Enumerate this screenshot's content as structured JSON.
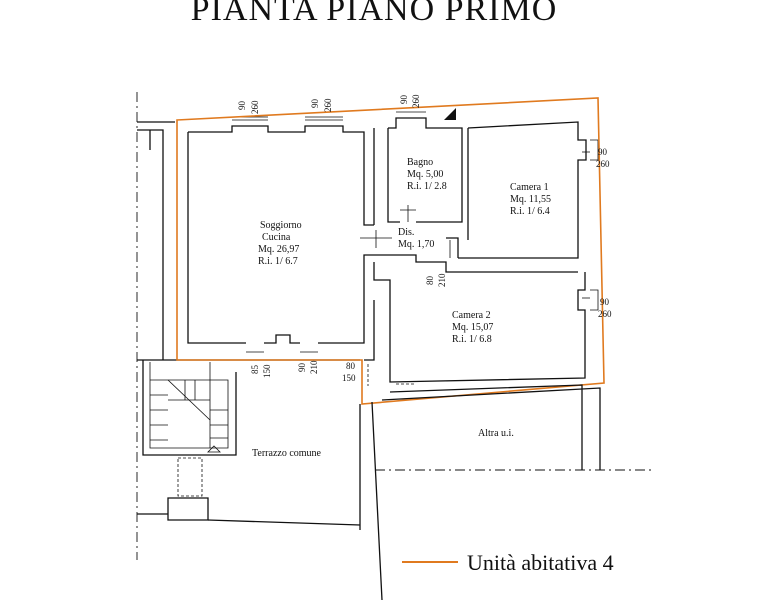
{
  "title": "PIANTA PIANO PRIMO",
  "rooms": {
    "soggiorno": {
      "name1": "Soggiorno",
      "name2": "Cucina",
      "area": "Mq.  26,97",
      "ri": "R.i. 1/  6.7"
    },
    "bagno": {
      "name": "Bagno",
      "area": "Mq. 5,00",
      "ri": "R.i. 1/ 2.8"
    },
    "camera1": {
      "name": "Camera 1",
      "area": "Mq. 11,55",
      "ri": "R.i. 1/ 6.4"
    },
    "dis": {
      "name": "Dis.",
      "area": "Mq. 1,70"
    },
    "camera2": {
      "name": "Camera 2",
      "area": "Mq. 15,07",
      "ri": "R.i. 1/ 6.8"
    },
    "terrazzo": {
      "name": "Terrazzo comune"
    },
    "altra": {
      "name": "Altra u.i."
    }
  },
  "openings": {
    "w1": {
      "a": "90",
      "b": "260"
    },
    "w2": {
      "a": "90",
      "b": "260"
    },
    "w3": {
      "a": "90",
      "b": "260"
    },
    "w4": {
      "a": "90",
      "b": "260"
    },
    "w5": {
      "a": "90",
      "b": "260"
    },
    "d1": {
      "a": "80",
      "b": "210"
    },
    "d2": {
      "a": "85",
      "b": "150"
    },
    "d3": {
      "a": "90",
      "b": "210"
    },
    "d4": {
      "a": "80",
      "b": "150"
    }
  },
  "legend": {
    "label": "Unità abitativa 4",
    "color": "#e07a1f"
  },
  "colors": {
    "boundary": "#e07a1f",
    "walls": "#111111"
  }
}
